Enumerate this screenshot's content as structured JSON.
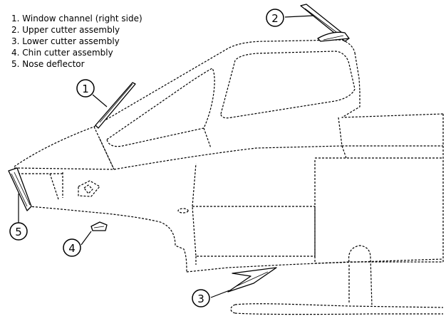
{
  "legend": {
    "items": [
      {
        "number": "1",
        "text": "1. Window channel (right side)"
      },
      {
        "number": "2",
        "text": "2. Upper cutter assembly"
      },
      {
        "number": "3",
        "text": "3. Lower cutter assembly"
      },
      {
        "number": "4",
        "text": "4. Chin cutter assembly"
      },
      {
        "number": "5",
        "text": "5. Nose deflector"
      }
    ]
  },
  "callouts": {
    "c1": "1",
    "c2": "2",
    "c3": "3",
    "c4": "4",
    "c5": "5"
  },
  "colors": {
    "line": "#000000",
    "background": "#ffffff"
  }
}
